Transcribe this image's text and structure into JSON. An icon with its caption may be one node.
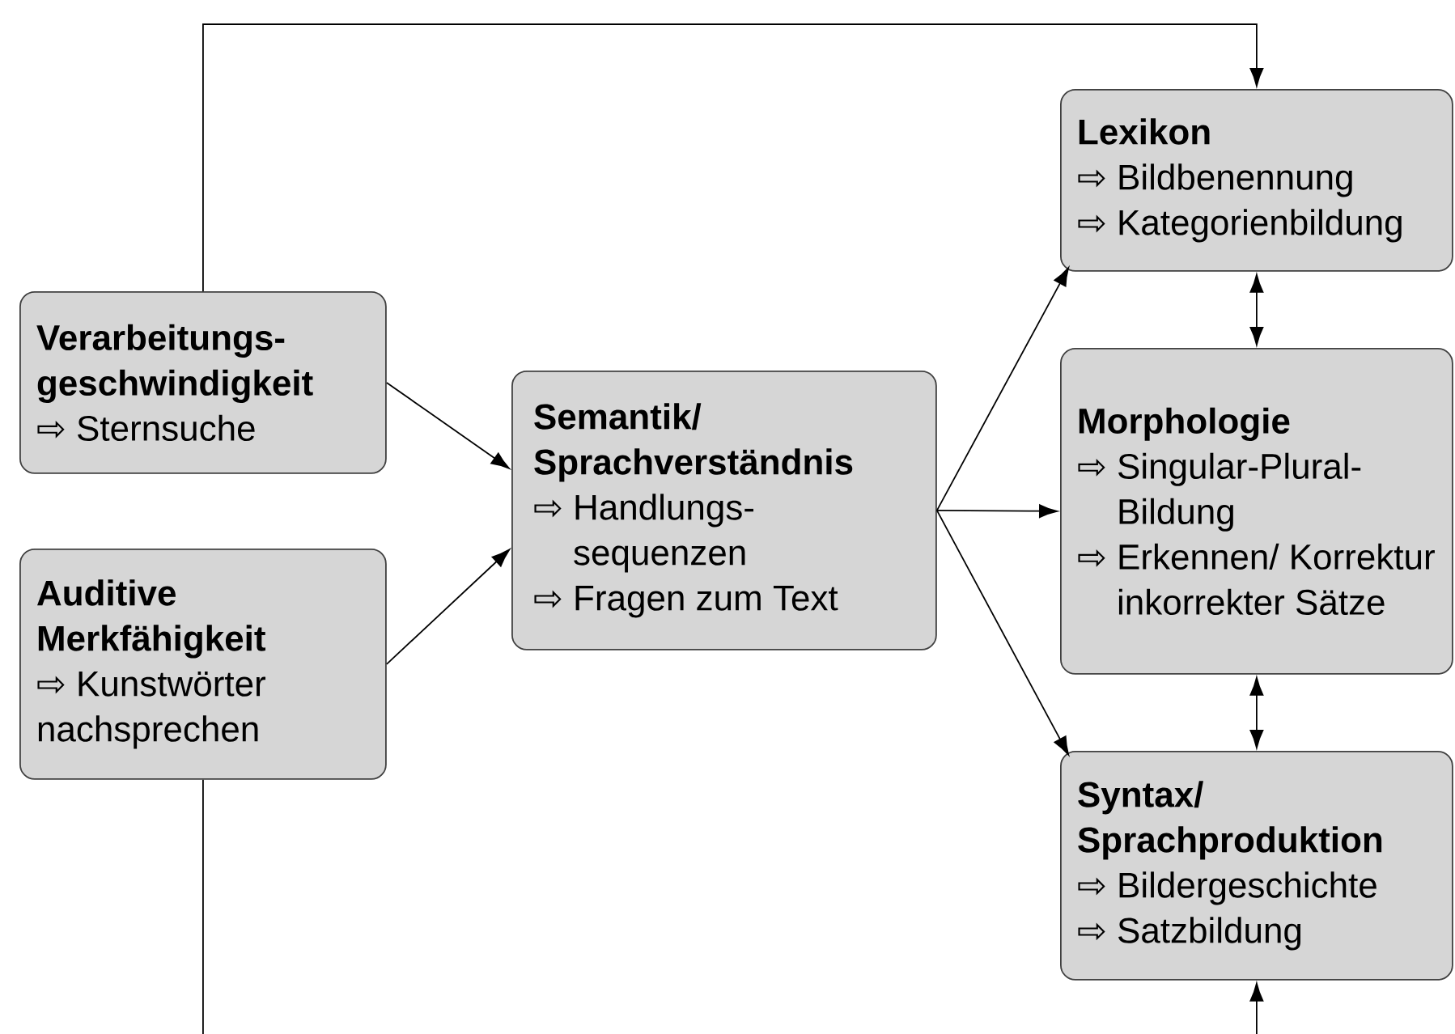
{
  "diagram": {
    "nodes": [
      {
        "text": [
          "Verarbeitungs- geschwindigkeit",
          "⇨ Sternsuche"
        ]
      },
      {
        "text": [
          "Auditive Merkfähigkeit",
          "⇨ Kunstwörter nachsprechen"
        ]
      },
      {
        "text": [
          "Semantik/ Sprachverständnis",
          "⇨ Handlungs- sequenzen",
          "⇨ Fragen zum Text"
        ]
      },
      {
        "text": [
          "Lexikon",
          "⇨ Bildbenennung",
          "⇨ Kategorienbildung"
        ]
      },
      {
        "text": [
          "Morphologie",
          "⇨ Singular-Plural- Bildung",
          "⇨ Erkennen/ Korrektur inkorrekter Sätze"
        ]
      },
      {
        "text": [
          "Syntax/ Sprachproduktion",
          "⇨ Bildergeschichte",
          "⇨ Satzbildung"
        ]
      }
    ],
    "edges": [
      {
        "from": 0,
        "to": 2,
        "arrow": "to"
      },
      {
        "from": 1,
        "to": 2,
        "arrow": "to"
      },
      {
        "from": 2,
        "to": 3,
        "arrow": "to"
      },
      {
        "from": 2,
        "to": 4,
        "arrow": "to"
      },
      {
        "from": 2,
        "to": 5,
        "arrow": "to"
      },
      {
        "from": 3,
        "to": 4,
        "arrow": "both"
      },
      {
        "from": 4,
        "to": 5,
        "arrow": "both"
      },
      {
        "from": 0,
        "to": 3,
        "arrow": "to"
      },
      {
        "from": 1,
        "to": null,
        "arrow": "none"
      },
      {
        "from": null,
        "to": 5,
        "arrow": "to"
      }
    ]
  }
}
